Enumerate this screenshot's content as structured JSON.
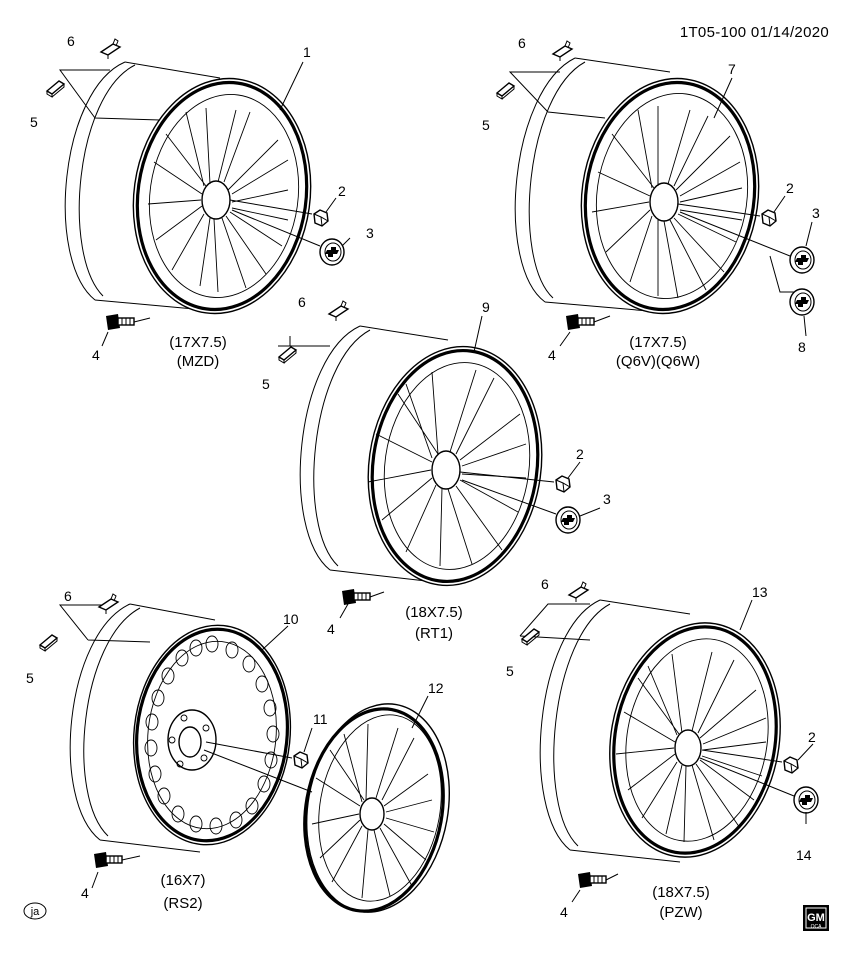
{
  "header": {
    "code": "1T05-100",
    "date": "01/14/2020"
  },
  "wheels": [
    {
      "id": "w1",
      "size": "(17X7.5)",
      "options": "(MZD)"
    },
    {
      "id": "w2",
      "size": "(17X7.5)",
      "options": "(Q6V)(Q6W)"
    },
    {
      "id": "w3",
      "size": "(18X7.5)",
      "options": "(RT1)"
    },
    {
      "id": "w4",
      "size": "(16X7)",
      "options": "(RS2)"
    },
    {
      "id": "w5",
      "size": "(18X7.5)",
      "options": "(PZW)"
    }
  ],
  "callouts": [
    "1",
    "2",
    "3",
    "4",
    "5",
    "6",
    "7",
    "8",
    "9",
    "10",
    "11",
    "12",
    "13",
    "14"
  ],
  "footer": {
    "artist": "ja",
    "logo_top": "GM",
    "logo_bottom": "OCA"
  }
}
